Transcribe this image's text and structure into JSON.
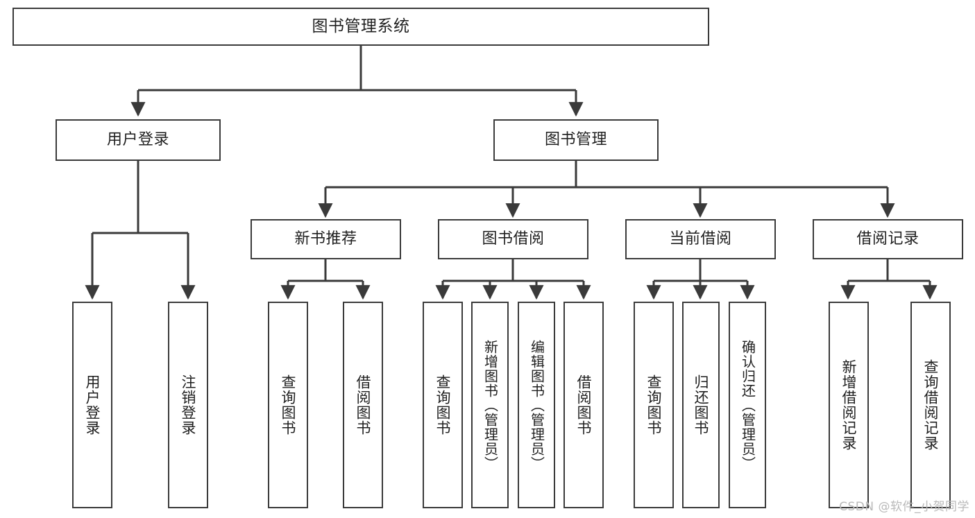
{
  "diagram": {
    "type": "tree",
    "title": "图书管理系统",
    "colors": {
      "stroke": "#3a3a3a",
      "fill": "#ffffff",
      "text": "#1f1f1f",
      "watermark": "#b9b9b9"
    },
    "root": {
      "label": "图书管理系统"
    },
    "level2": [
      {
        "label": "用户登录"
      },
      {
        "label": "图书管理"
      }
    ],
    "level3": [
      {
        "label": "新书推荐"
      },
      {
        "label": "图书借阅"
      },
      {
        "label": "当前借阅"
      },
      {
        "label": "借阅记录"
      }
    ],
    "leaves": {
      "user_login": [
        {
          "label": "用户登录"
        },
        {
          "label": "注销登录"
        }
      ],
      "new_book_recommend": [
        {
          "label": "查询图书"
        },
        {
          "label": "借阅图书"
        }
      ],
      "book_borrow": [
        {
          "label": "查询图书"
        },
        {
          "label": "新增图书（管理员）"
        },
        {
          "label": "编辑图书（管理员）"
        },
        {
          "label": "借阅图书"
        }
      ],
      "current_borrow": [
        {
          "label": "查询图书"
        },
        {
          "label": "归还图书"
        },
        {
          "label": "确认归还（管理员）"
        }
      ],
      "borrow_record": [
        {
          "label": "新增借阅记录"
        },
        {
          "label": "查询借阅记录"
        }
      ]
    }
  },
  "watermark": {
    "text": "CSDN @软件_小贺同学"
  }
}
